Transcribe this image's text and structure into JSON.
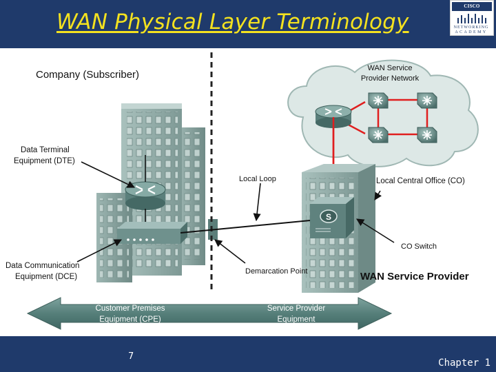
{
  "slide": {
    "title": "WAN Physical Layer Terminology",
    "slide_number": "7",
    "chapter": "Chapter 1",
    "logo": {
      "top": "CISCO SYSTEMS",
      "line1": "NETWORKING",
      "line2": "ACADEMY"
    }
  },
  "diagram": {
    "company_label": "Company (Subscriber)",
    "dte_label_1": "Data Terminal",
    "dte_label_2": "Equipment (DTE)",
    "dce_label_1": "Data Communication",
    "dce_label_2": "Equipment (DCE)",
    "local_loop": "Local Loop",
    "demarcation_point": "Demarcation Point",
    "wan_cloud_1": "WAN Service",
    "wan_cloud_2": "Provider Network",
    "central_office": "Local Central Office (CO)",
    "co_switch": "CO Switch",
    "switch_letter": "S",
    "wan_provider": "WAN Service Provider",
    "cpe_1": "Customer Premises",
    "cpe_2": "Equipment (CPE)",
    "spe_1": "Service Provider",
    "spe_2": "Equipment"
  },
  "colors": {
    "background": "#1f3a6b",
    "title": "#f4e21f",
    "building": "#8fa9a5",
    "arrow_band": "#5c8782",
    "red_link": "#e01e1e"
  }
}
